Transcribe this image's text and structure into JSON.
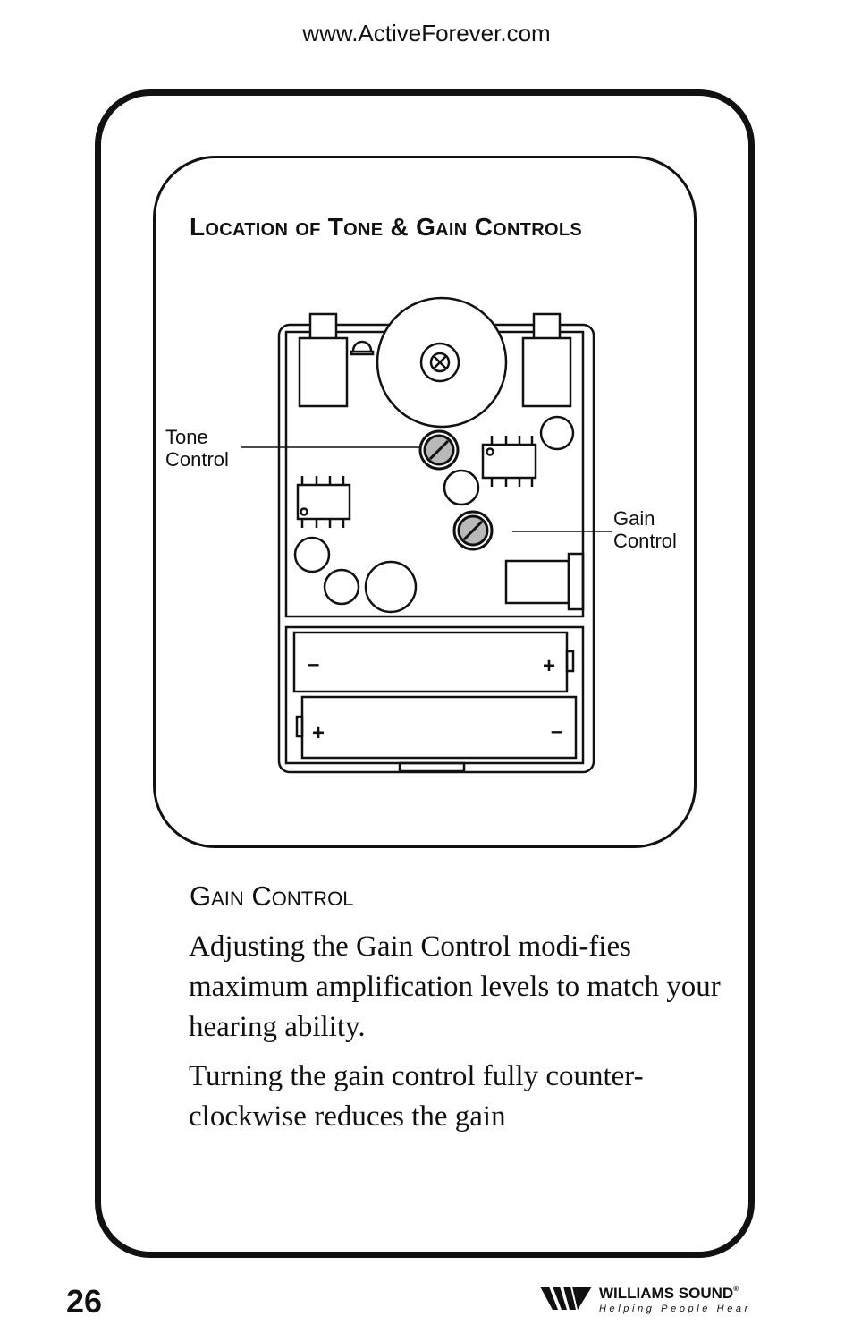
{
  "header": {
    "url": "www.ActiveForever.com"
  },
  "diagram": {
    "title": "Location of Tone & Gain Controls",
    "tone_label_line1": "Tone",
    "tone_label_line2": "Control",
    "gain_label_line1": "Gain",
    "gain_label_line2": "Control",
    "battery_top_minus": "–",
    "battery_top_plus": "+",
    "battery_bottom_plus": "+",
    "battery_bottom_minus": "–"
  },
  "section": {
    "title": "Gain Control",
    "paragraph1": "Adjusting the Gain Control modi-fies maximum amplification levels to match your hearing ability.",
    "paragraph2": "Turning the gain control fully counter-clockwise reduces the gain"
  },
  "footer": {
    "page_number": "26",
    "brand_name": "WILLIAMS SOUND",
    "brand_reg": "®",
    "brand_tagline": "Helping People Hear"
  }
}
